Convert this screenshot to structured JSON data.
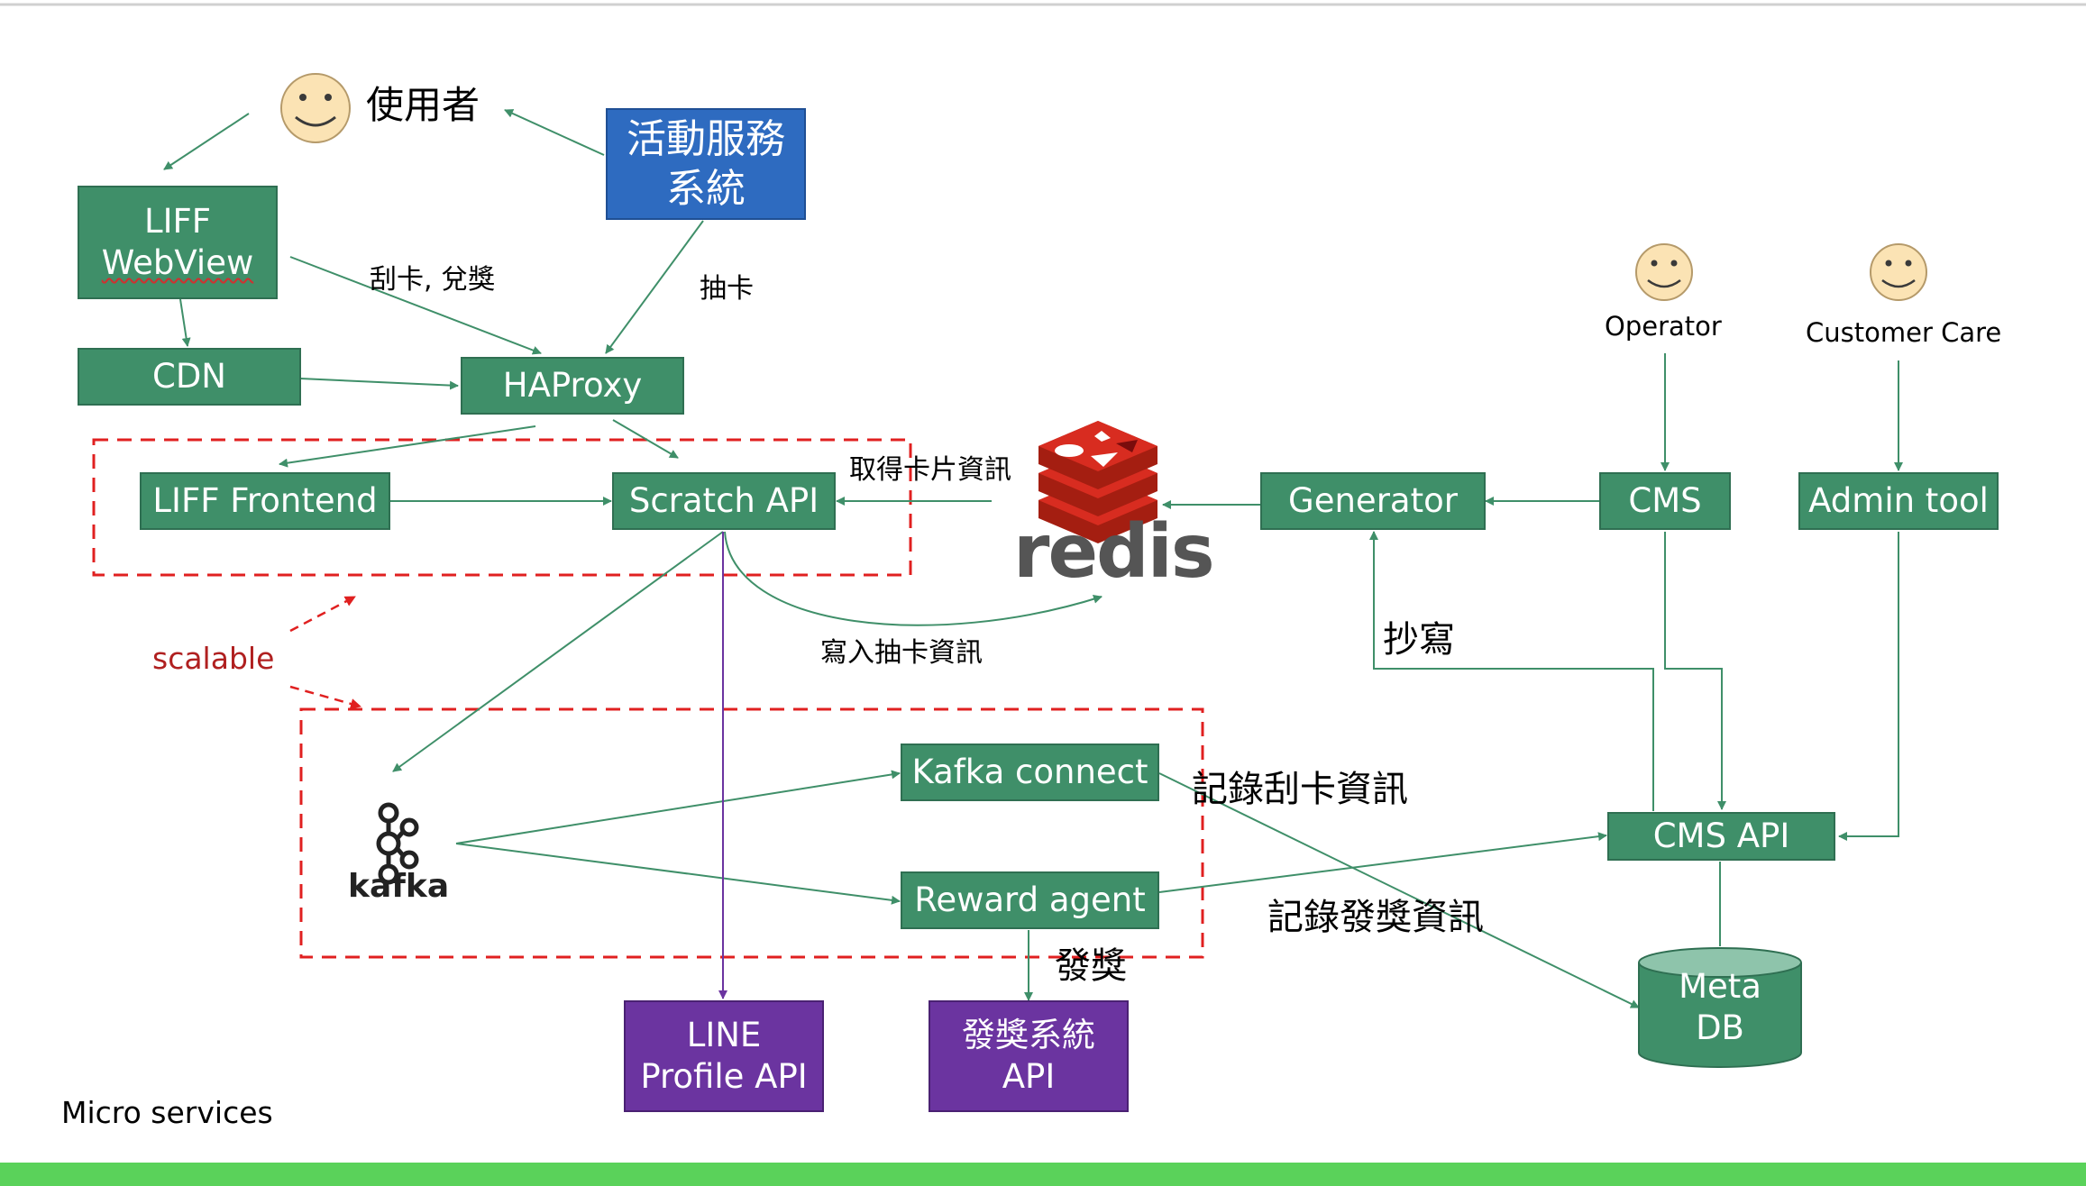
{
  "nodes": {
    "user": {
      "label": "使用者"
    },
    "activity_service": {
      "line1": "活動服務",
      "line2": "系統"
    },
    "liff_webview": {
      "line1": "LIFF",
      "line2": "WebView"
    },
    "cdn": {
      "label": "CDN"
    },
    "haproxy": {
      "label": "HAProxy"
    },
    "liff_frontend": {
      "label": "LIFF Frontend"
    },
    "scratch_api": {
      "label": "Scratch API"
    },
    "redis": {
      "label": "redis"
    },
    "generator": {
      "label": "Generator"
    },
    "cms": {
      "label": "CMS"
    },
    "admin_tool": {
      "label": "Admin tool"
    },
    "operator": {
      "label": "Operator"
    },
    "customer_care": {
      "label": "Customer Care"
    },
    "kafka": {
      "label": "kafka"
    },
    "kafka_connect": {
      "label": "Kafka connect"
    },
    "reward_agent": {
      "label": "Reward agent"
    },
    "cms_api": {
      "label": "CMS API"
    },
    "meta_db": {
      "line1": "Meta",
      "line2": "DB"
    },
    "line_profile_api": {
      "line1": "LINE",
      "line2": "Profile API"
    },
    "reward_system_api": {
      "line1": "發獎系統",
      "line2": "API"
    }
  },
  "edge_labels": {
    "scratch_redeem": "刮卡, 兌獎",
    "draw_card": "抽卡",
    "get_card_info": "取得卡片資訊",
    "write_draw_info": "寫入抽卡資訊",
    "copy": "抄寫",
    "record_scratch_info": "記錄刮卡資訊",
    "record_reward_info": "記錄發獎資訊",
    "give_reward": "發獎"
  },
  "annotations": {
    "scalable": "scalable",
    "micro_services": "Micro services"
  },
  "colors": {
    "node_green": "#3f8f69",
    "node_blue": "#2e6bc0",
    "node_purple": "#6b34a0",
    "arrow": "#3f8f69",
    "dashed_red": "#e02020",
    "scalable_text": "#b02020",
    "redis_red": "#d82c20",
    "redis_text": "#555555",
    "bottom_bar": "#5ad25a",
    "smiley_fill": "#fbe3b4",
    "smiley_stroke": "#b59a6a"
  }
}
